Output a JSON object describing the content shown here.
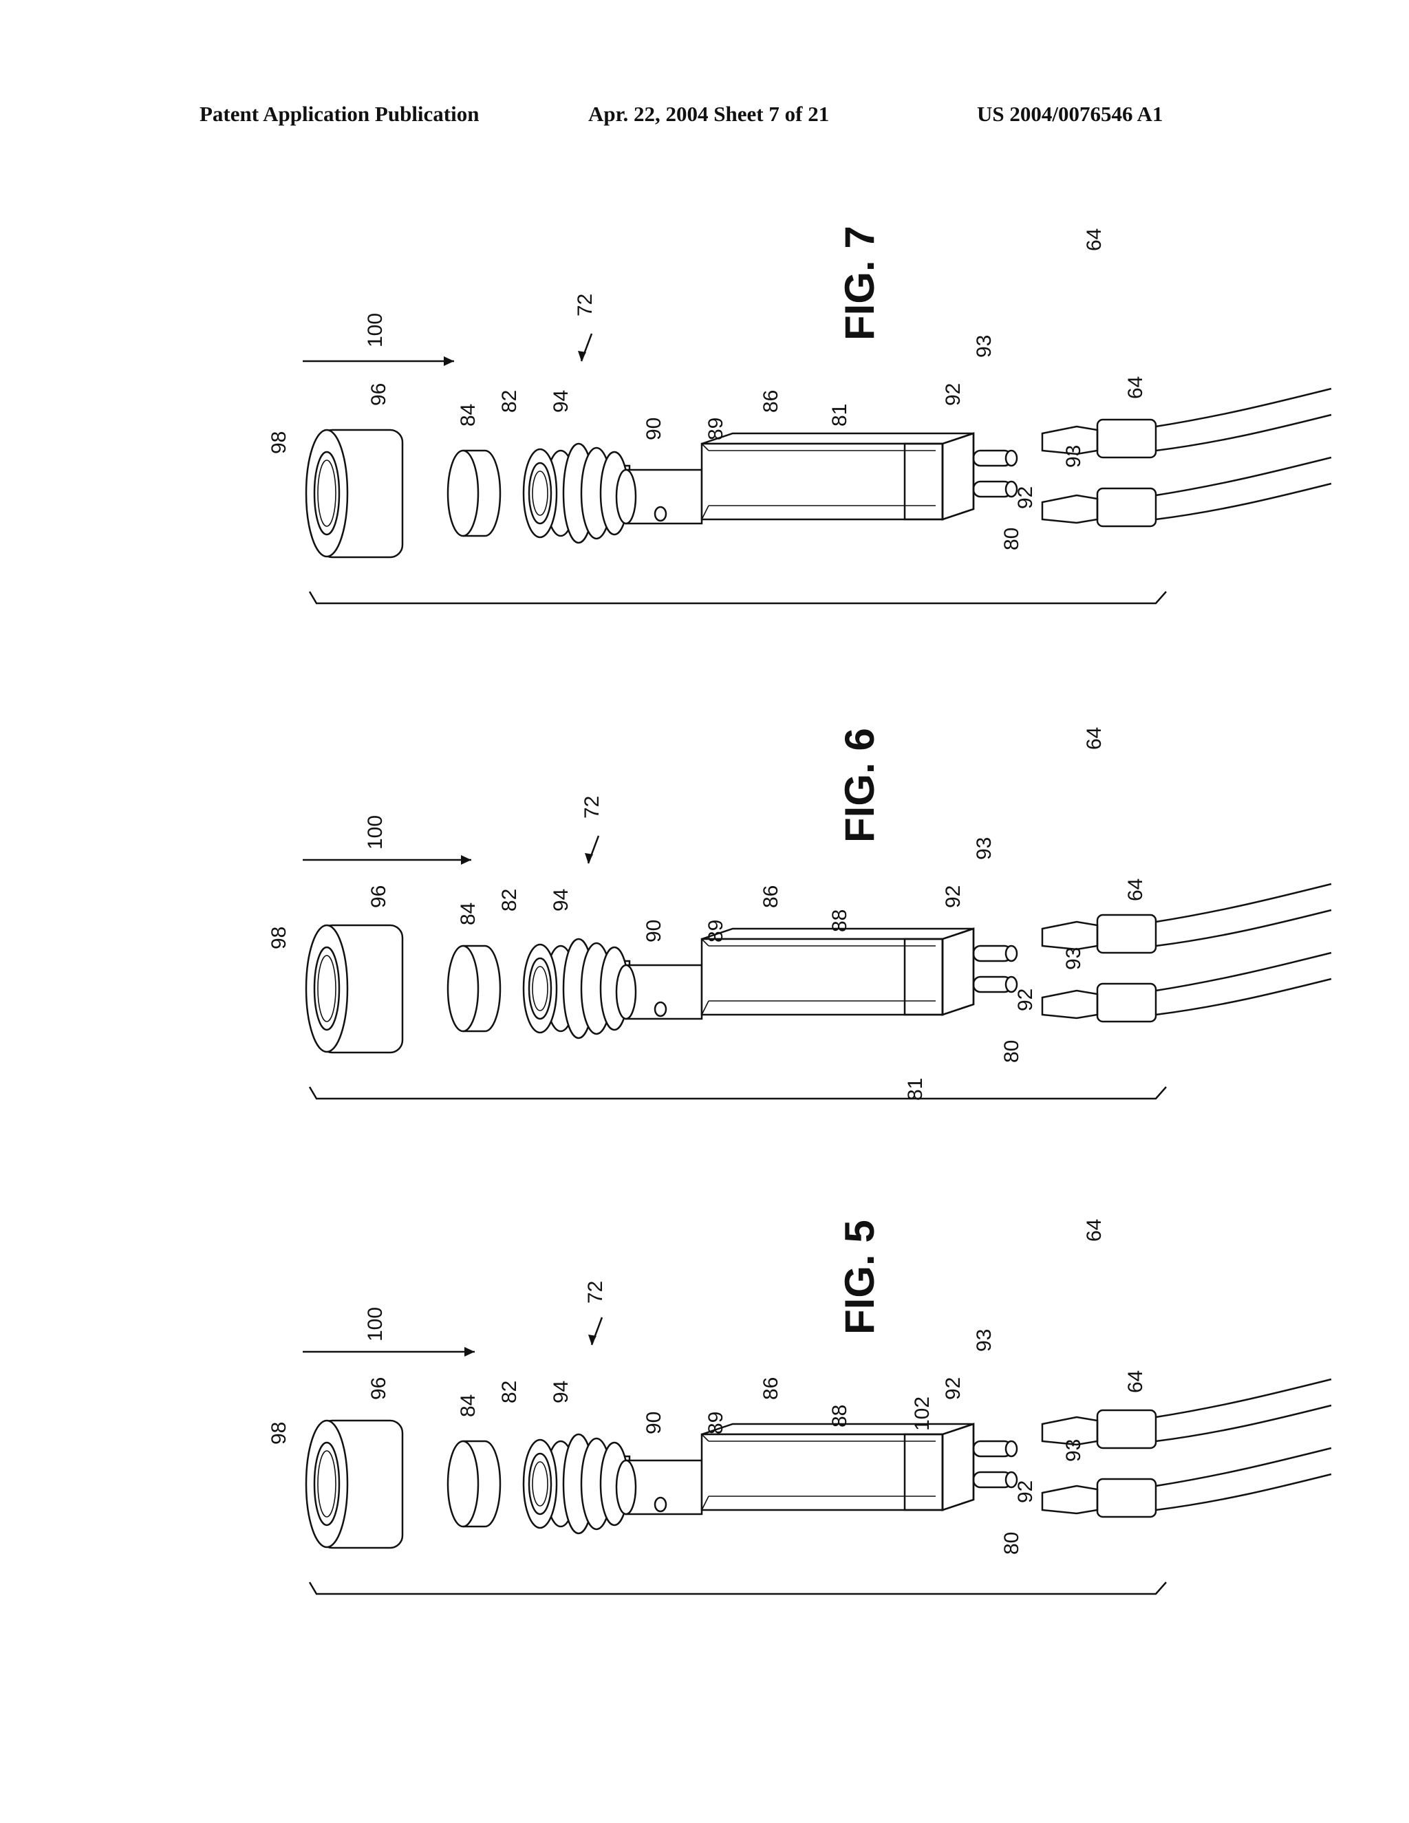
{
  "header": {
    "publication": "Patent Application Publication",
    "date_sheet": "Apr. 22, 2004   Sheet 7 of 21",
    "number": "US 2004/0076546 A1"
  },
  "figures": [
    {
      "title": "FIG. 7",
      "labels": {
        "l98": "98",
        "l96": "96",
        "l84": "84",
        "l82": "82",
        "l94": "94",
        "l90": "90",
        "l89": "89",
        "l86": "86",
        "l81": "81",
        "l80": "80",
        "l92a": "92",
        "l92b": "92",
        "l93a": "93",
        "l93b": "93",
        "l64a": "64",
        "l64b": "64",
        "l100": "100",
        "l72": "72"
      }
    },
    {
      "title": "FIG. 6",
      "labels": {
        "l98": "98",
        "l96": "96",
        "l84": "84",
        "l82": "82",
        "l94": "94",
        "l90": "90",
        "l89": "89",
        "l86": "86",
        "l88": "88",
        "l81": "81",
        "l80": "80",
        "l92a": "92",
        "l92b": "92",
        "l93a": "93",
        "l93b": "93",
        "l64a": "64",
        "l64b": "64",
        "l100": "100",
        "l72": "72"
      }
    },
    {
      "title": "FIG. 5",
      "labels": {
        "l98": "98",
        "l96": "96",
        "l84": "84",
        "l82": "82",
        "l94": "94",
        "l90": "90",
        "l89": "89",
        "l86": "86",
        "l88": "88",
        "l102": "102",
        "l80": "80",
        "l92a": "92",
        "l92b": "92",
        "l93a": "93",
        "l93b": "93",
        "l64a": "64",
        "l64b": "64",
        "l100": "100",
        "l72": "72"
      }
    }
  ]
}
